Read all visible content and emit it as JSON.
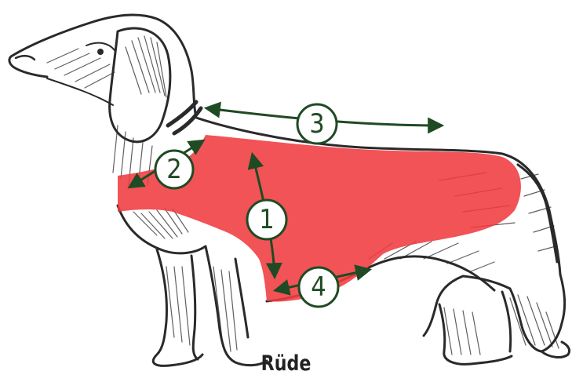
{
  "caption": "Rüde",
  "markers": [
    {
      "id": "1",
      "label": "1"
    },
    {
      "id": "2",
      "label": "2"
    },
    {
      "id": "3",
      "label": "3"
    },
    {
      "id": "4",
      "label": "4"
    }
  ],
  "colors": {
    "vest": "#ef3b3f",
    "marker": "#1f4a23",
    "sketch": "#2a2a2a"
  }
}
